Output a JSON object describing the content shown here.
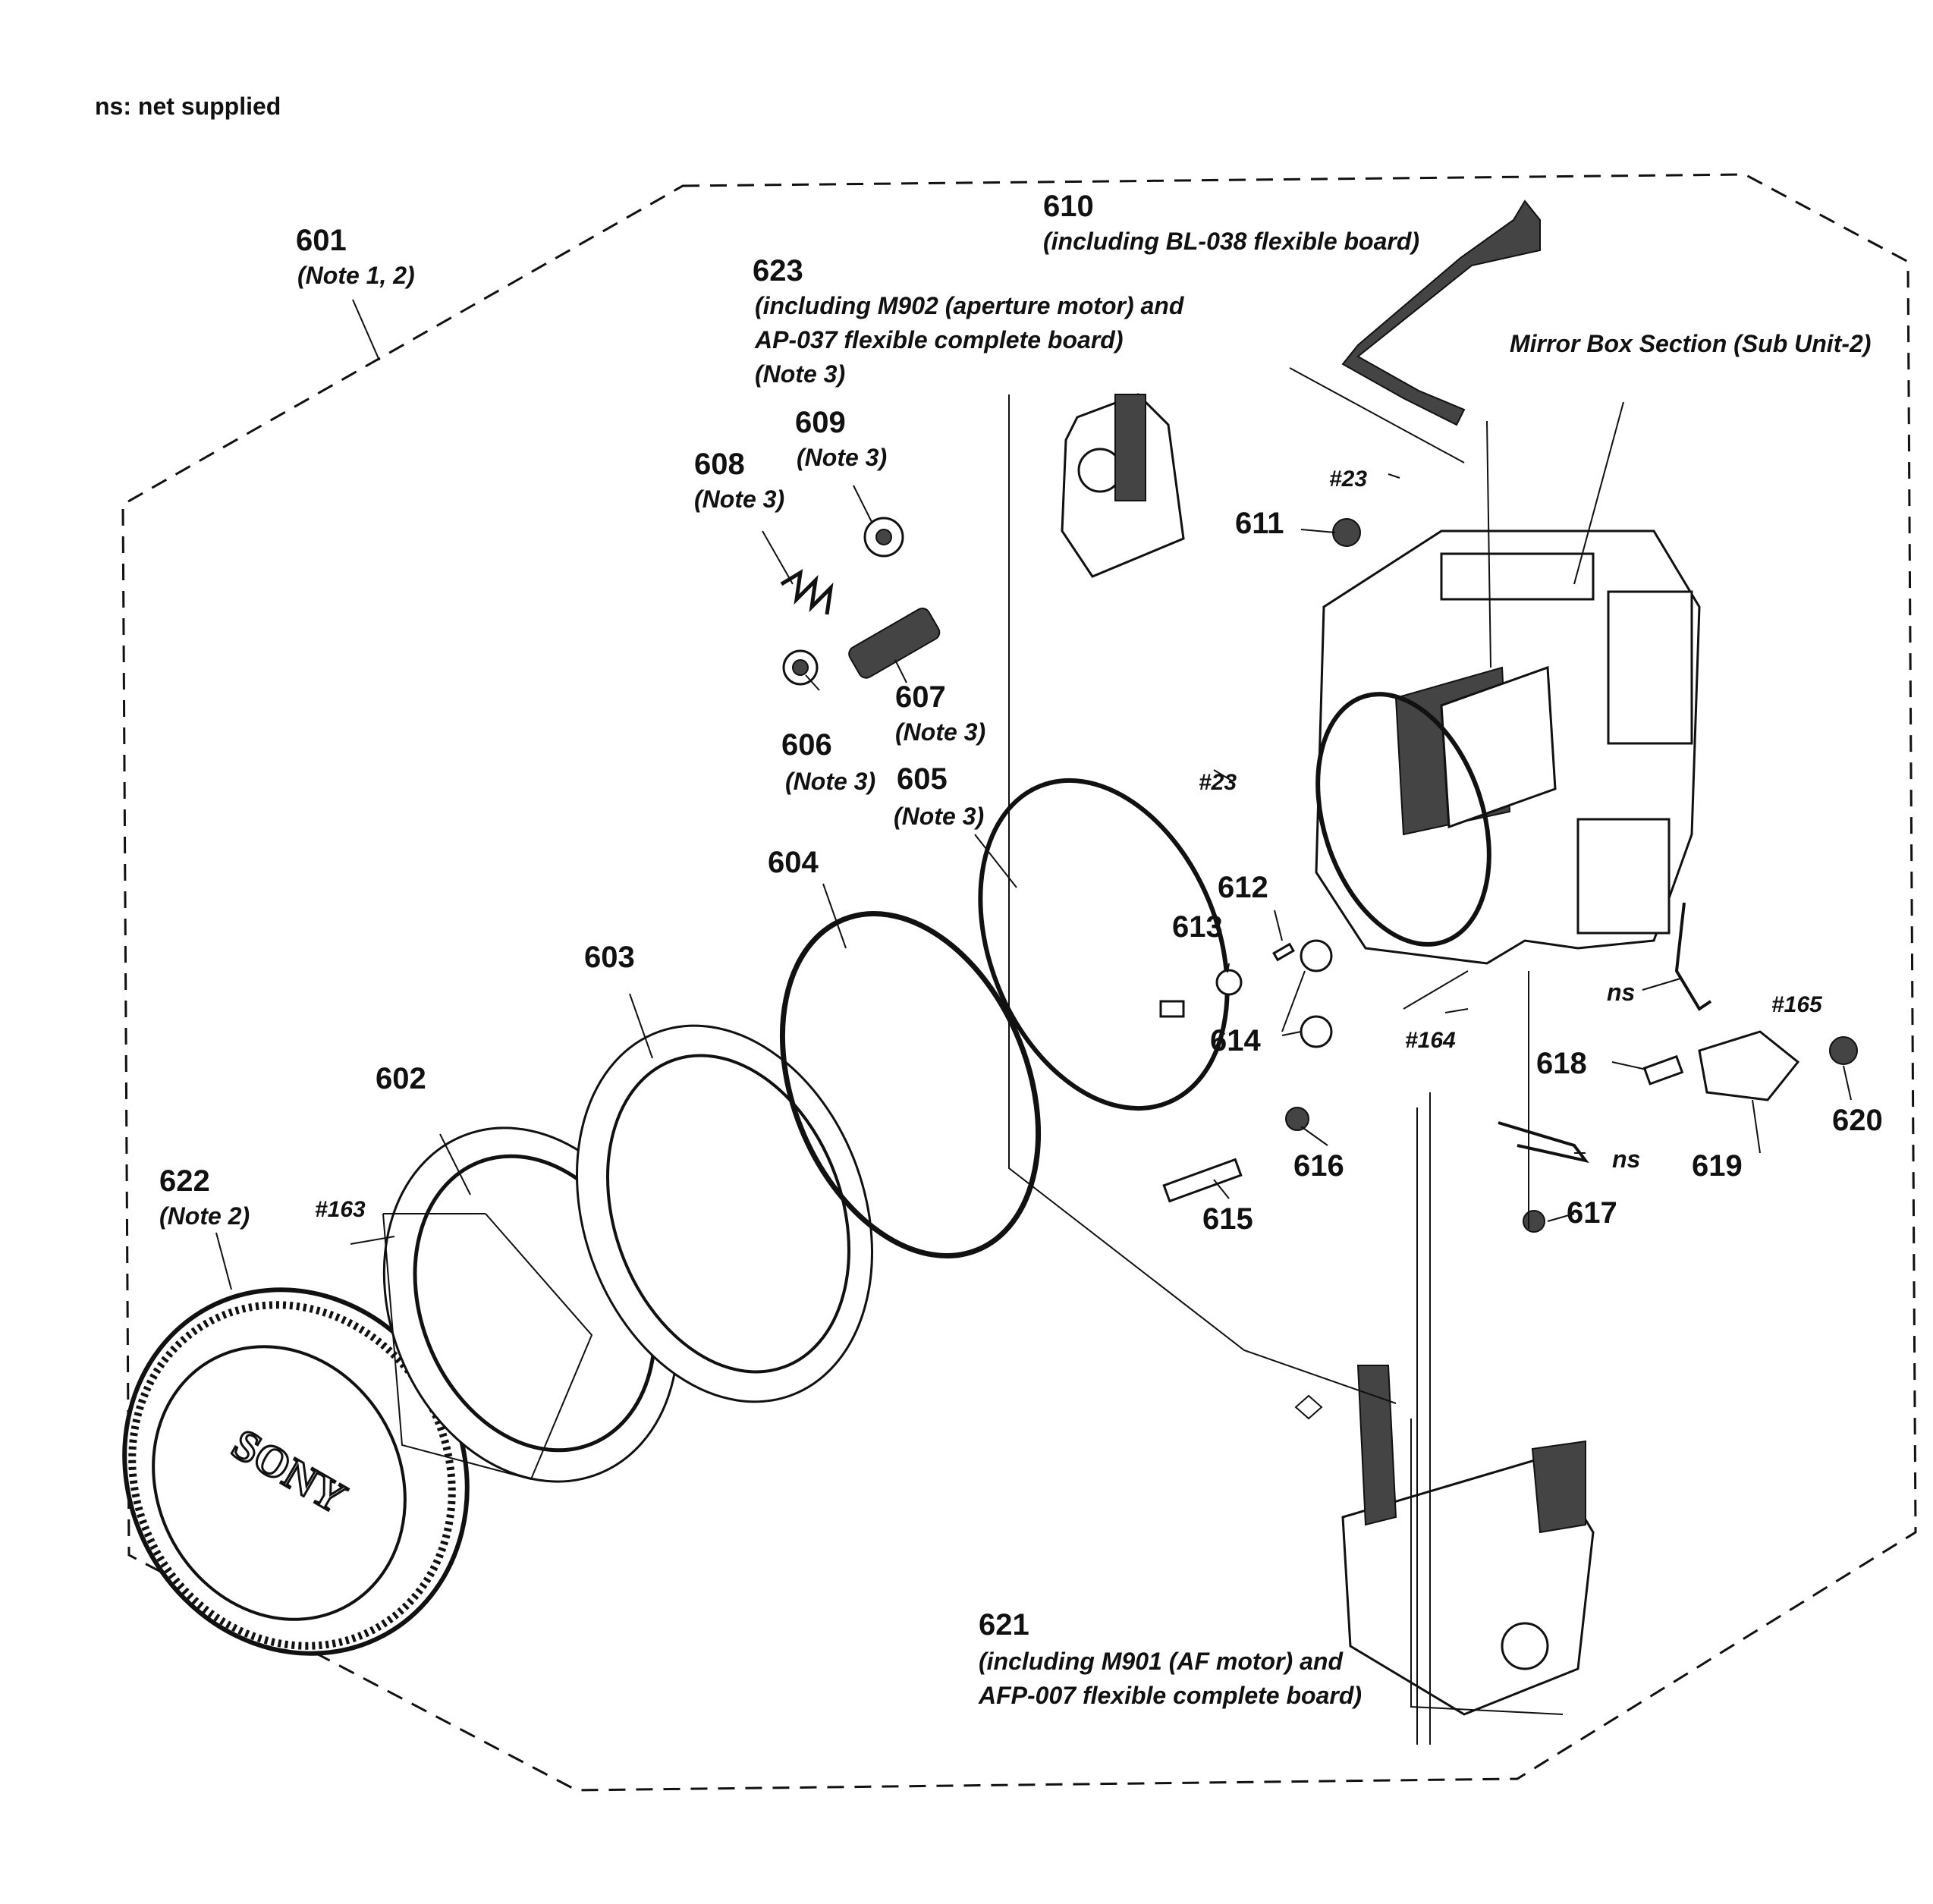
{
  "legend": "ns: net supplied",
  "section_title": "Mirror Box Section (Sub Unit-2)",
  "cap_brand": "SONY",
  "parts": [
    {
      "id": "601",
      "note": "(Note 1, 2)"
    },
    {
      "id": "602",
      "note": ""
    },
    {
      "id": "603",
      "note": ""
    },
    {
      "id": "604",
      "note": ""
    },
    {
      "id": "605",
      "note": "(Note 3)"
    },
    {
      "id": "606",
      "note": "(Note 3)"
    },
    {
      "id": "607",
      "note": "(Note 3)"
    },
    {
      "id": "608",
      "note": "(Note 3)"
    },
    {
      "id": "609",
      "note": "(Note 3)"
    },
    {
      "id": "610",
      "note": "(including BL-038 flexible board)"
    },
    {
      "id": "611",
      "note": ""
    },
    {
      "id": "612",
      "note": ""
    },
    {
      "id": "613",
      "note": ""
    },
    {
      "id": "614",
      "note": ""
    },
    {
      "id": "615",
      "note": ""
    },
    {
      "id": "616",
      "note": ""
    },
    {
      "id": "617",
      "note": ""
    },
    {
      "id": "618",
      "note": ""
    },
    {
      "id": "619",
      "note": ""
    },
    {
      "id": "620",
      "note": ""
    },
    {
      "id": "621",
      "note_lines": [
        "(including M901 (AF motor) and",
        "AFP-007 flexible complete board)"
      ]
    },
    {
      "id": "622",
      "note": "(Note 2)"
    },
    {
      "id": "623",
      "note_lines": [
        "(including M902 (aperture motor) and",
        "AP-037 flexible complete board)",
        "(Note 3)"
      ]
    }
  ],
  "screws": [
    "#23",
    "#23",
    "#163",
    "#164",
    "#165"
  ],
  "ns_marks": [
    "ns",
    "ns"
  ],
  "colors": {
    "line": "#111111",
    "fill_dark": "#444444",
    "background": "#ffffff"
  }
}
